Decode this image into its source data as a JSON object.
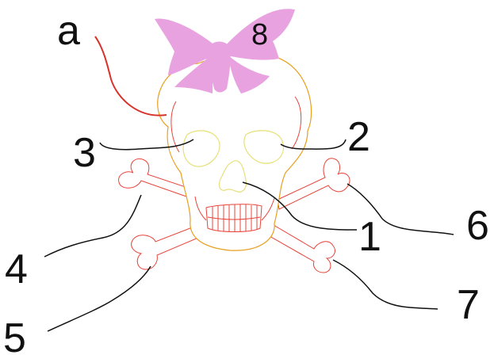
{
  "labels": {
    "a": "a",
    "one": "1",
    "two": "2",
    "three": "3",
    "four": "4",
    "five": "5",
    "six": "6",
    "seven": "7",
    "eight": "8"
  },
  "colors": {
    "skull_outline": "#e8a020",
    "eye_outline": "#e6e07a",
    "bone_outline": "#e8443a",
    "bow_fill": "#e8a2e0",
    "leader_dark": "#111111",
    "leader_red": "#d9322a"
  }
}
